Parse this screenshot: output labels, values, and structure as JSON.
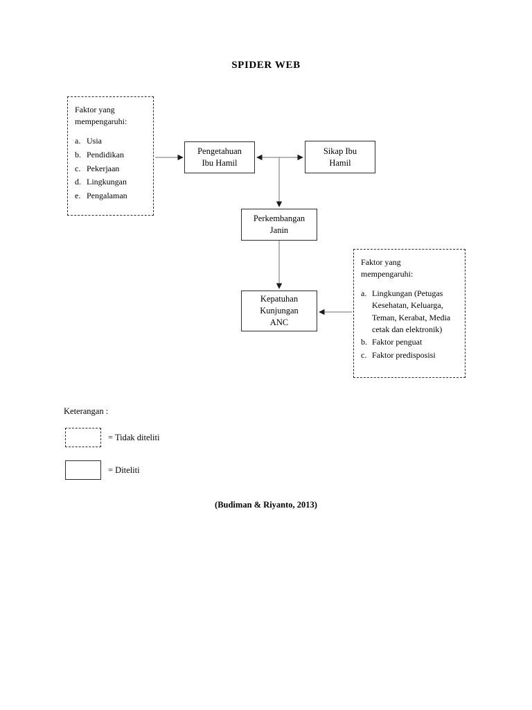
{
  "document": {
    "title": "SPIDER WEB",
    "citation": "(Budiman & Riyanto, 2013)"
  },
  "left_factors": {
    "heading": "Faktor yang\nmempengaruhi:",
    "items": [
      {
        "marker": "a.",
        "text": "Usia"
      },
      {
        "marker": "b.",
        "text": "Pendidikan"
      },
      {
        "marker": "c.",
        "text": "Pekerjaan"
      },
      {
        "marker": "d.",
        "text": "Lingkungan"
      },
      {
        "marker": "e.",
        "text": "Pengalaman"
      }
    ]
  },
  "right_factors": {
    "heading": "Faktor yang\nmempengaruhi:",
    "items": [
      {
        "marker": "a.",
        "text": "Lingkungan (Petugas Kesehatan, Keluarga, Teman, Kerabat, Media cetak dan elektronik)"
      },
      {
        "marker": "b.",
        "text": "Faktor penguat"
      },
      {
        "marker": "c.",
        "text": "Faktor predisposisi"
      }
    ]
  },
  "nodes": {
    "pengetahuan": "Pengetahuan\nIbu Hamil",
    "sikap": "Sikap Ibu\nHamil",
    "perkembangan": "Perkembangan\nJanin",
    "kepatuhan": "Kepatuhan\nKunjungan\nANC"
  },
  "legend": {
    "title": "Keterangan :",
    "rows": [
      {
        "style": "dashed",
        "label": "=  Tidak diteliti"
      },
      {
        "style": "solid",
        "label": "=  Diteliti"
      }
    ]
  },
  "colors": {
    "line": "#2b2b2b",
    "background": "#ffffff",
    "text": "#000000"
  }
}
